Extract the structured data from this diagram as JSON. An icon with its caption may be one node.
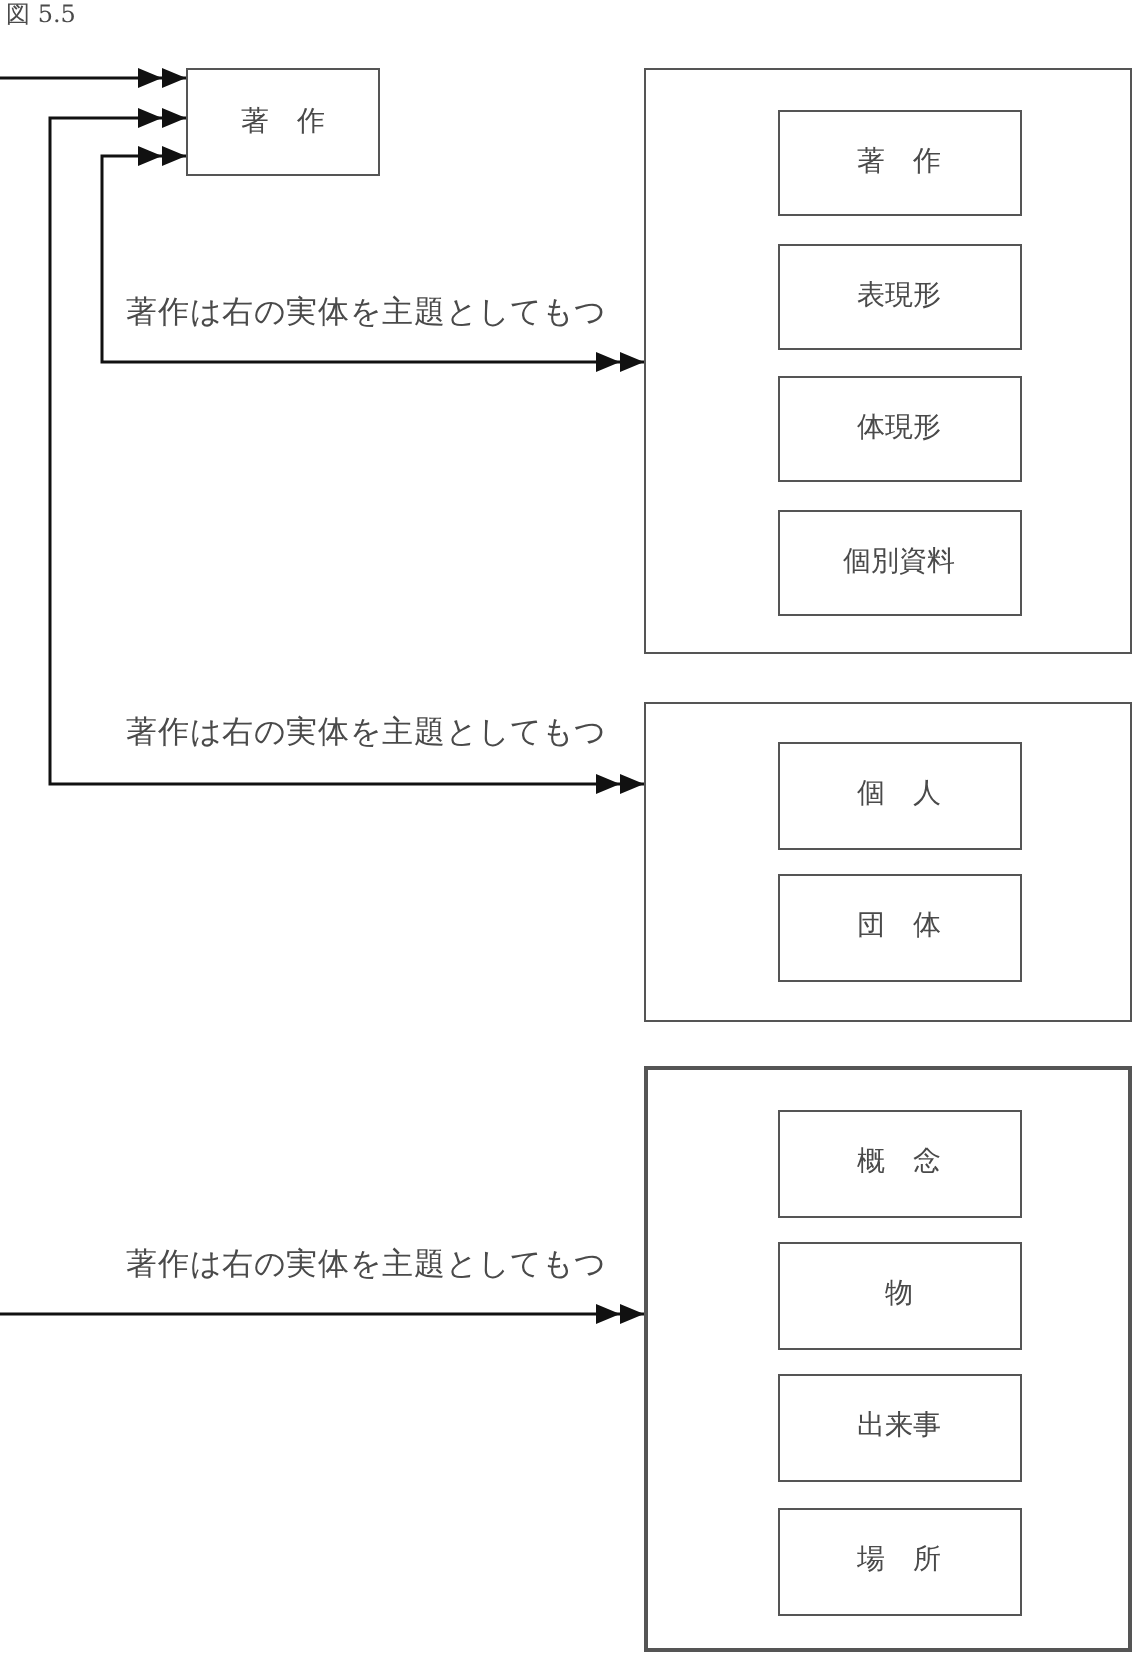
{
  "diagram": {
    "title": "図 5.5",
    "nodes": [
      {
        "text": [
          "著　作"
        ]
      },
      {
        "text": [],
        "shape": "box"
      },
      {
        "text": [
          "著　作"
        ],
        "in": 1
      },
      {
        "text": [
          "表現形"
        ],
        "in": 1
      },
      {
        "text": [
          "体現形"
        ],
        "in": 1
      },
      {
        "text": [
          "個別資料"
        ],
        "in": 1
      },
      {
        "text": [],
        "shape": "box"
      },
      {
        "text": [
          "個　人"
        ],
        "in": 6
      },
      {
        "text": [
          "団　体"
        ],
        "in": 6
      },
      {
        "text": [],
        "shape": "box"
      },
      {
        "text": [
          "概　念"
        ],
        "in": 9
      },
      {
        "text": [
          "物"
        ],
        "in": 9
      },
      {
        "text": [
          "出来事"
        ],
        "in": 9
      },
      {
        "text": [
          "場　所"
        ],
        "in": 9
      }
    ],
    "edges": [
      {
        "from": null,
        "to": 0,
        "arrow": "to"
      },
      {
        "from": 0,
        "to": 1,
        "arrow": "both",
        "label": "著作は右の実体を主題としてもつ"
      },
      {
        "from": 0,
        "to": 6,
        "arrow": "both",
        "label": "著作は右の実体を主題としてもつ"
      },
      {
        "from": null,
        "to": 9,
        "arrow": "to",
        "label": "著作は右の実体を主題としてもつ"
      }
    ]
  }
}
